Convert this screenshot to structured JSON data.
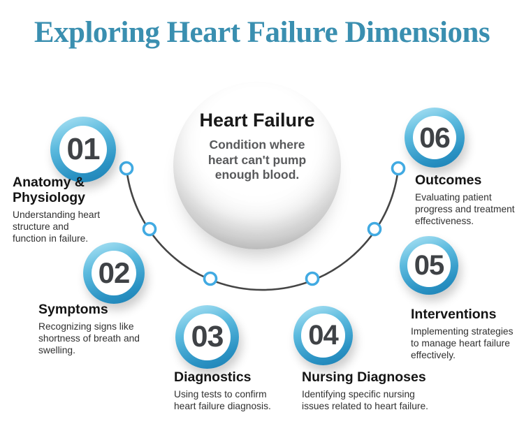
{
  "title": "Exploring Heart Failure Dimensions",
  "center": {
    "heading": "Heart Failure",
    "description": "Condition where\nheart can't pump\nenough blood."
  },
  "nodes": [
    {
      "number": "01",
      "title": "Anatomy &\nPhysiology",
      "description": "Understanding heart\nstructure and\nfunction in failure."
    },
    {
      "number": "02",
      "title": "Symptoms",
      "description": "Recognizing signs like\nshortness of breath and\nswelling."
    },
    {
      "number": "03",
      "title": "Diagnostics",
      "description": "Using tests to confirm\nheart failure diagnosis."
    },
    {
      "number": "04",
      "title": "Nursing Diagnoses",
      "description": "Identifying specific nursing\nissues related to heart failure."
    },
    {
      "number": "05",
      "title": "Interventions",
      "description": "Implementing strategies\nto manage heart failure\neffectively."
    },
    {
      "number": "06",
      "title": "Outcomes",
      "description": "Evaluating patient\nprogress and treatment\neffectiveness."
    }
  ],
  "colors": {
    "title_teal": "#3A8FB0",
    "ring_gradient_light": "#AEE4F5",
    "ring_gradient_mid": "#2B93C4",
    "ring_gradient_dark": "#1B7FB3",
    "number_gray": "#3F4246",
    "arc_gray": "#454545",
    "dot_ring_blue": "#41AAE2",
    "heading_black": "#141414",
    "body_gray": "#303030",
    "sphere_subtitle_gray": "#58595B",
    "background": "#FFFFFF"
  }
}
